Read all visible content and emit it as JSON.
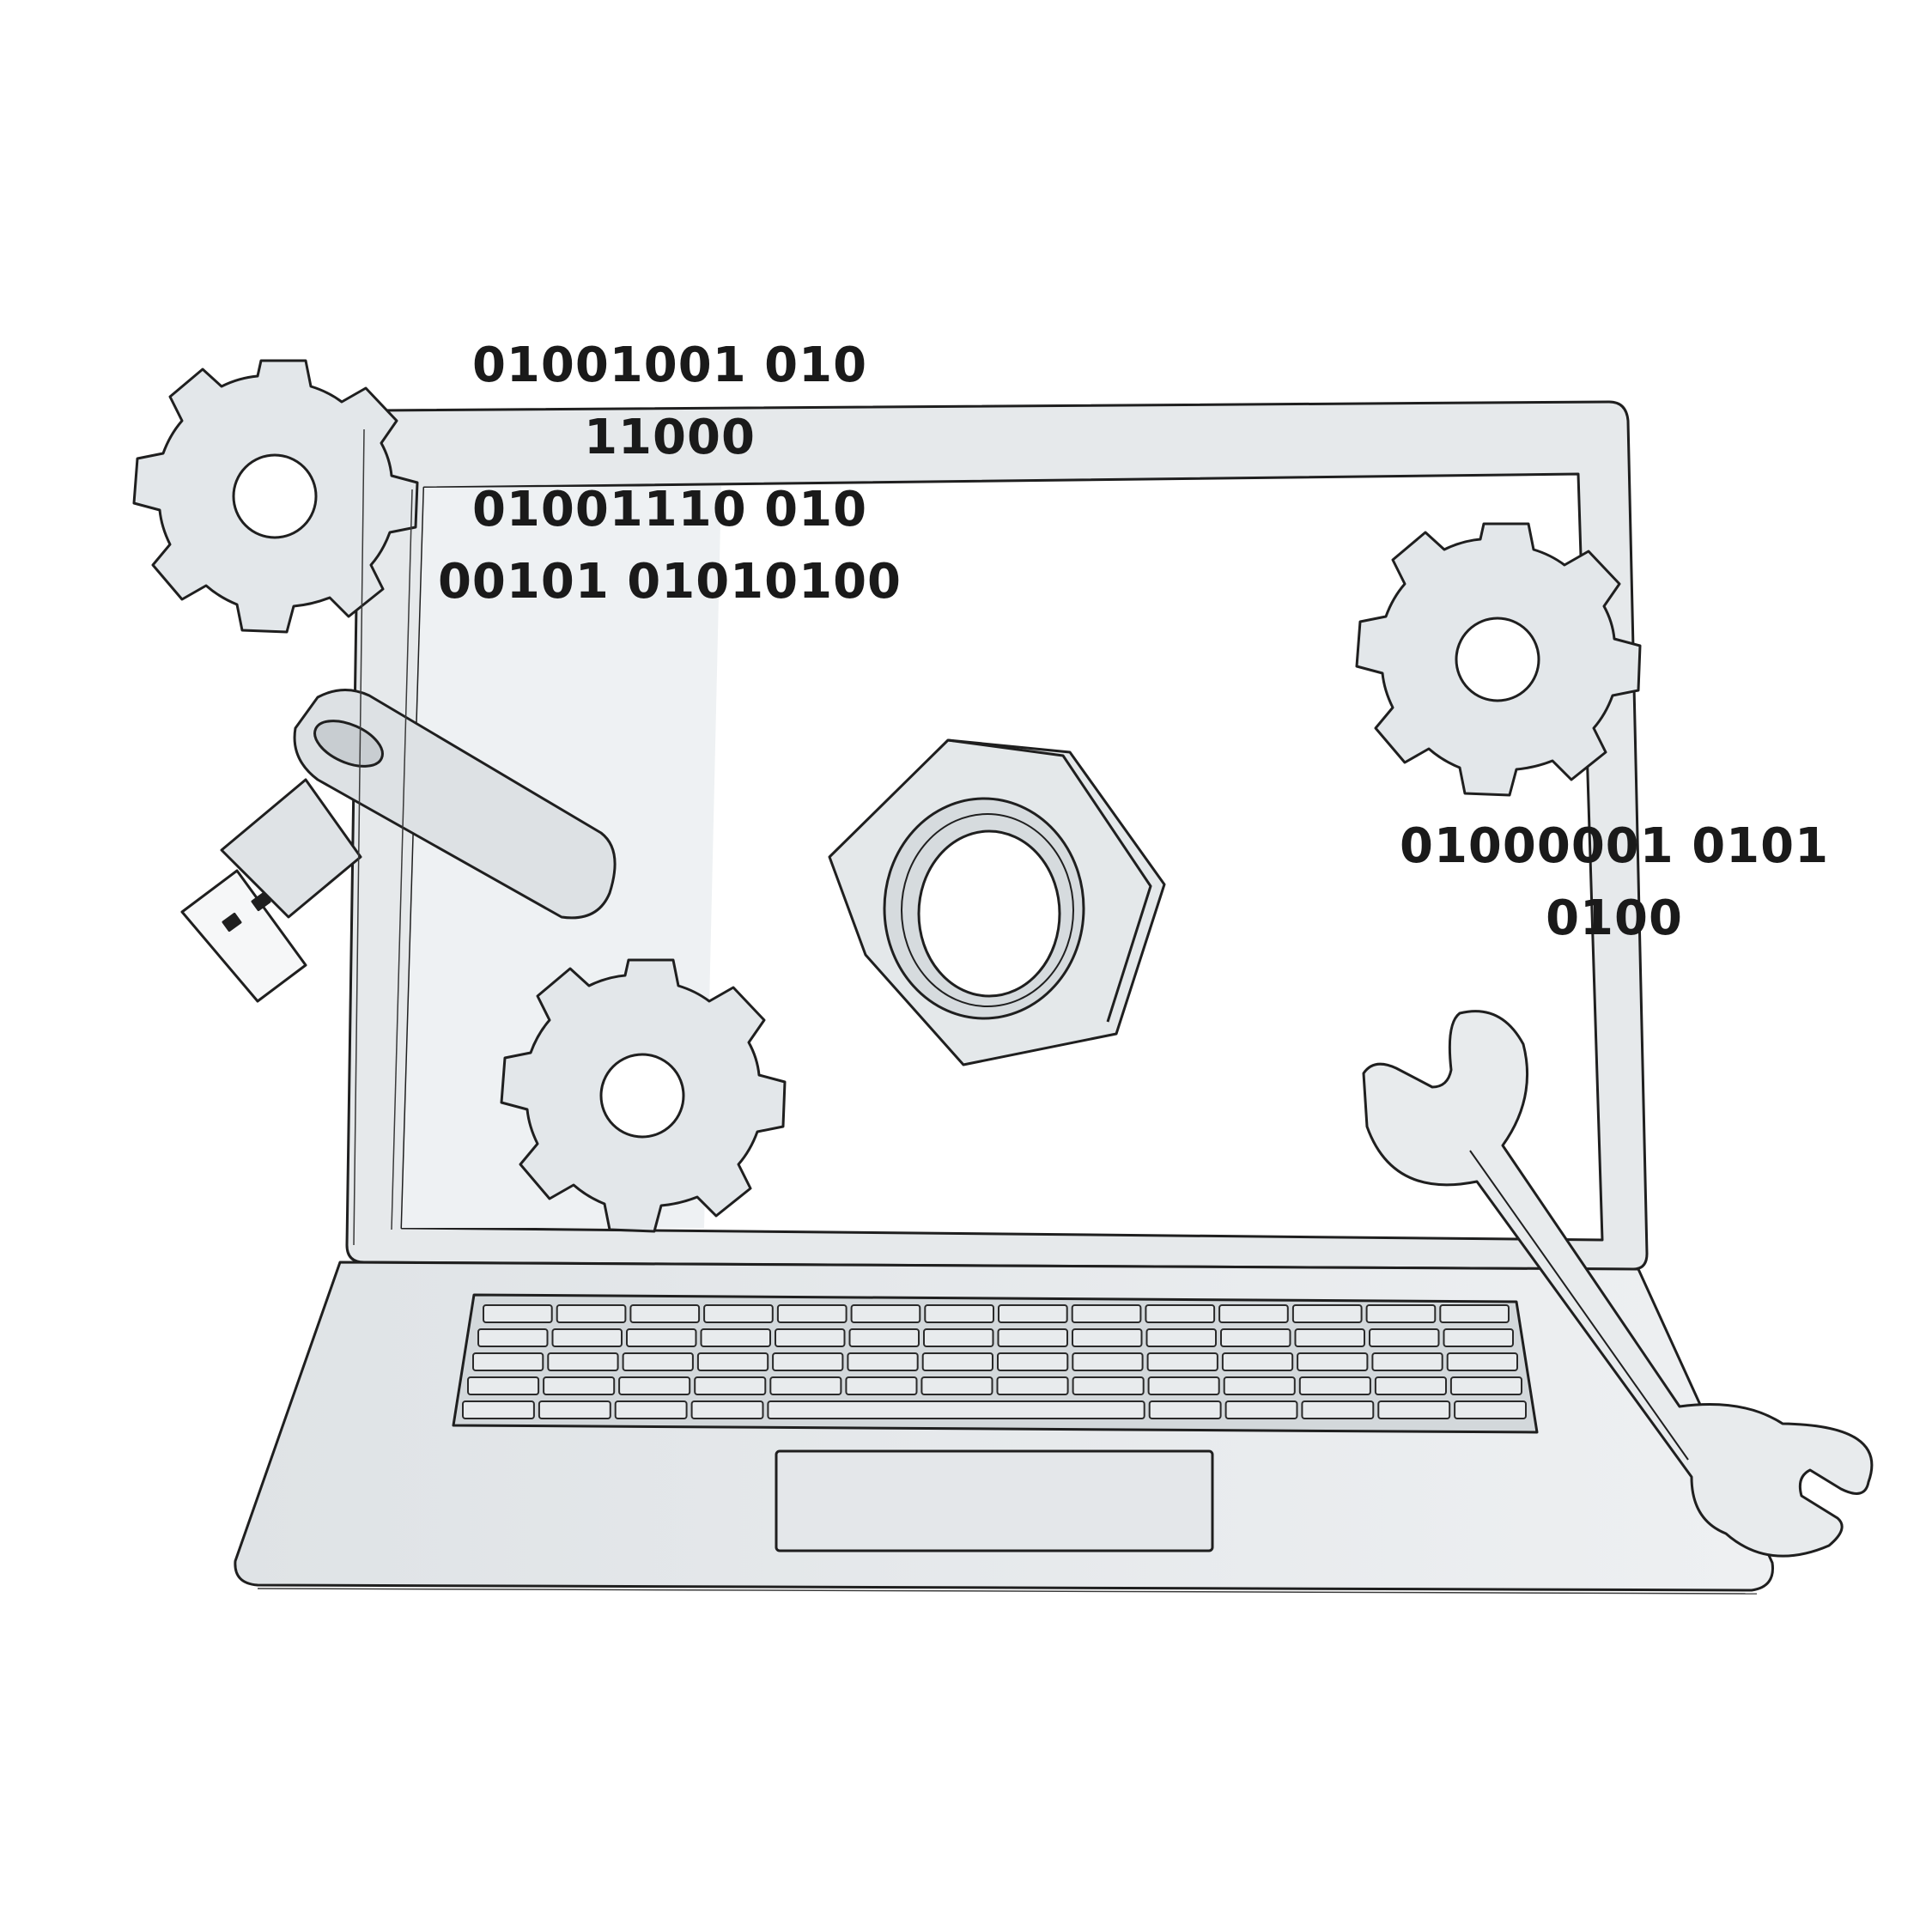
{
  "binary_top": {
    "lines": [
      "01001001 010",
      "11000",
      "01001110 010",
      "00101 01010100"
    ]
  },
  "binary_right": {
    "lines": [
      "01000001 0101",
      "0100"
    ]
  },
  "icons": [
    "laptop-icon",
    "gear-icon",
    "usb-drive-icon",
    "hex-nut-icon",
    "wrench-icon"
  ],
  "colors": {
    "stroke": "#1f1f1f",
    "fill_light": "#e9ecee",
    "fill_mid": "#d9dde0",
    "screen": "#ffffff"
  }
}
